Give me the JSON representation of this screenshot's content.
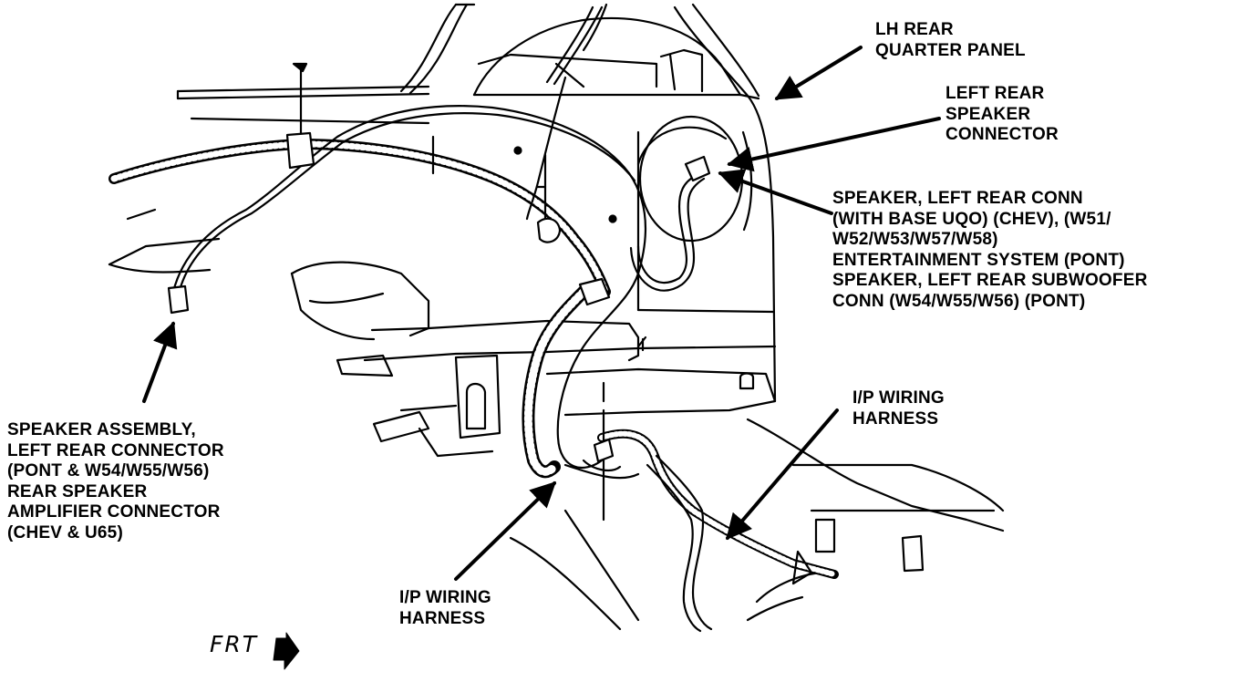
{
  "diagram": {
    "callouts": {
      "lh_rear_quarter_panel": "LH REAR\nQUARTER PANEL",
      "left_rear_speaker_connector": "LEFT REAR\nSPEAKER\nCONNECTOR",
      "speaker_left_rear_conn": "SPEAKER, LEFT REAR CONN\n(WITH BASE UQO) (CHEV), (W51/\nW52/W53/W57/W58)\nENTERTAINMENT SYSTEM (PONT)\nSPEAKER, LEFT REAR SUBWOOFER\nCONN (W54/W55/W56) (PONT)",
      "ip_wiring_harness_right": "I/P WIRING\nHARNESS",
      "ip_wiring_harness_bottom": "I/P WIRING\nHARNESS",
      "speaker_assembly_left_rear_connector": "SPEAKER ASSEMBLY,\nLEFT REAR CONNECTOR\n(PONT & W54/W55/W56)\nREAR SPEAKER\nAMPLIFIER CONNECTOR\n(CHEV & U65)"
    },
    "direction_label": "FRT"
  },
  "colors": {
    "ink": "#000000",
    "paper": "#ffffff"
  }
}
